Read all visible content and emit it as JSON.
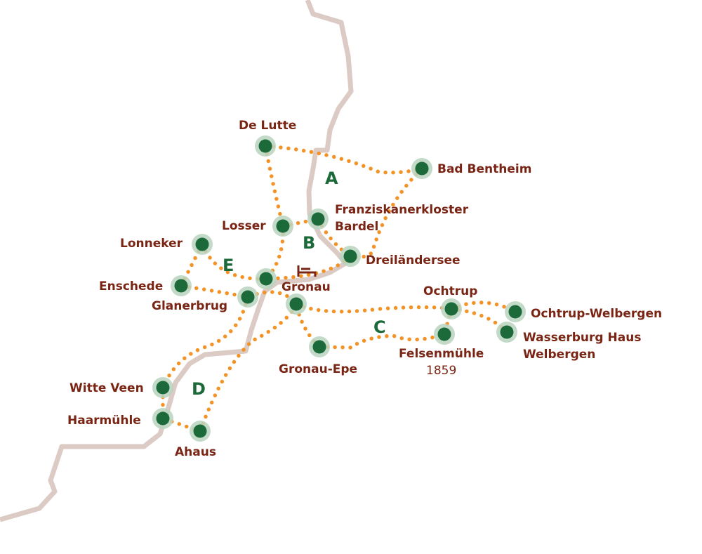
{
  "map": {
    "colors": {
      "route": "#f39325",
      "station": "#1c6a3a",
      "halo": "#b9d3c0",
      "label": "#7a2414",
      "border": "#d9c8c2"
    },
    "stations": [
      {
        "name": "De Lutte"
      },
      {
        "name": "Bad Bentheim"
      },
      {
        "name": "Franziskanerkloster",
        "name2": "Bardel"
      },
      {
        "name": "Losser"
      },
      {
        "name": "Lonneker"
      },
      {
        "name": "Dreiländersee"
      },
      {
        "name": "Enschede"
      },
      {
        "name": "Gronau"
      },
      {
        "name": "Glanerbrug"
      },
      {
        "name": "Ochtrup"
      },
      {
        "name": "Ochtrup-Welbergen"
      },
      {
        "name": "Wasserburg Haus",
        "name2": "Welbergen"
      },
      {
        "name": "Felsenmühle",
        "name2": "1859"
      },
      {
        "name": "Gronau-Epe"
      },
      {
        "name": "Witte Veen"
      },
      {
        "name": "Haarmühle"
      },
      {
        "name": "Ahaus"
      }
    ],
    "routes": [
      "A",
      "B",
      "C",
      "D",
      "E"
    ],
    "accommodation_icon": "bed-icon"
  }
}
